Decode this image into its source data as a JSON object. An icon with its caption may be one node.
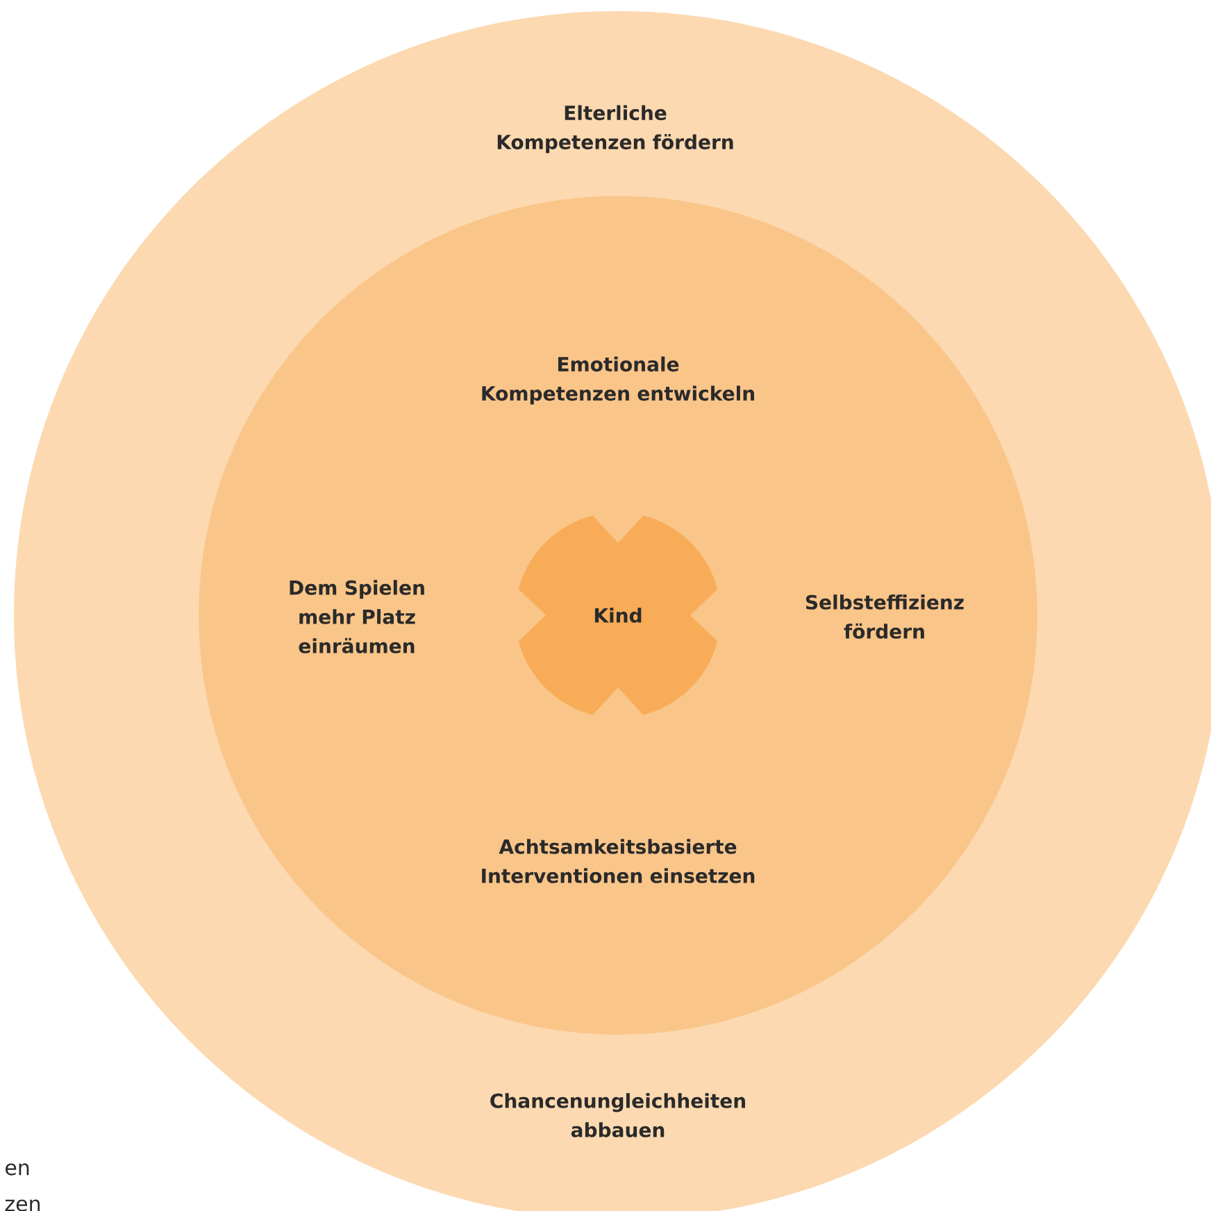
{
  "diagram": {
    "nodes": [
      {
        "text": [
          "Elterliche Kompetenzen fördern",
          "Chancenungleichheiten abbauen"
        ]
      },
      {
        "text": [
          "Emotionale Kompetenzen entwickeln",
          "Dem Spielen mehr Platz einräumen",
          "Selbsteffizienz fördern",
          "Achtsamkeitsbasierte Interventionen einsetzen"
        ],
        "in": 0
      },
      {
        "text": [
          "Kind"
        ],
        "in": 1
      }
    ],
    "labels": [
      "en",
      "zen"
    ]
  }
}
